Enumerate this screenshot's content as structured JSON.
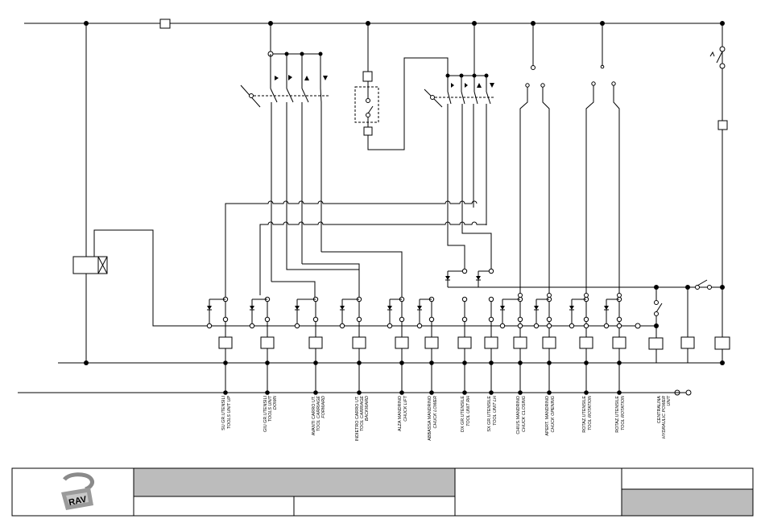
{
  "circuits": [
    {
      "id": "tool-unit-up",
      "it": "SU GR.UTENSILI",
      "en": "TOOLS UNIT UP"
    },
    {
      "id": "tool-unit-down",
      "it": "GIU GR.UTENSILI",
      "en": "TOOLS UNIT DOWN"
    },
    {
      "id": "tool-carriage-forward",
      "it": "AVANTI CARRO UT.",
      "en": "TOOL CARRIAGE FORWARD"
    },
    {
      "id": "tool-carriage-backward",
      "it": "INDIETRO CARRO UT.",
      "en": "TOOL CARRIAGE BACKWARD"
    },
    {
      "id": "chuck-lift",
      "it": "ALZA MANDRINO",
      "en": "CHUCK LIFT"
    },
    {
      "id": "chuck-lower",
      "it": "ABBASSA MANDRINO",
      "en": "CHUCK LOWER"
    },
    {
      "id": "tool-unit-rh",
      "it": "DX GR.UTENSILE",
      "en": "TOOL UNIT RH"
    },
    {
      "id": "tool-unit-lh",
      "it": "SX GR.UTENSILE",
      "en": "TOOL UNIT LH"
    },
    {
      "id": "chuck-closing",
      "it": "CHIUS.MANDRINO",
      "en": "CHUCK CLOSING"
    },
    {
      "id": "chuck-opening",
      "it": "APERT. MANDRINO",
      "en": "CHUCK OPENING"
    },
    {
      "id": "tool-rotation-1",
      "it": "ROTAZ.UTENSILE",
      "en": "TOOL ROTATION"
    },
    {
      "id": "tool-rotation-2",
      "it": "ROTAZ.UTENSILE",
      "en": "TOOL ROTATION"
    },
    {
      "id": "hydraulic-power-unit",
      "it": "CENTRALINA",
      "en": "HYDRAULIC POWER UNIT"
    }
  ],
  "title_block": {
    "logo_text": "RAV",
    "title": "",
    "drawing_no": "",
    "revision": "",
    "sheet": "",
    "date": "",
    "scale": ""
  }
}
